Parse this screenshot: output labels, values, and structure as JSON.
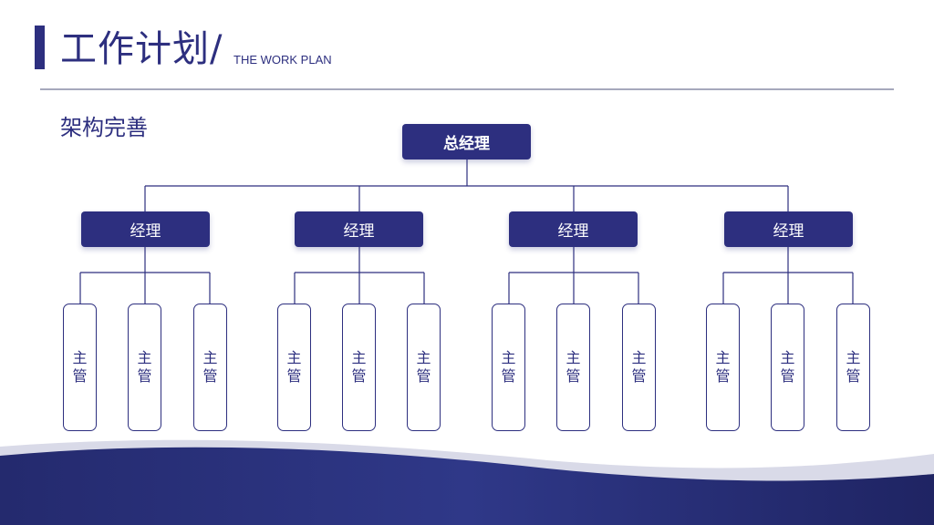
{
  "header": {
    "title": "工作计划/",
    "subtitle": "THE WORK PLAN"
  },
  "section_title": "架构完善",
  "org": {
    "top": {
      "label": "总经理"
    },
    "managers": [
      {
        "label": "经理",
        "supervisors": [
          "主管",
          "主管",
          "主管"
        ]
      },
      {
        "label": "经理",
        "supervisors": [
          "主管",
          "主管",
          "主管"
        ]
      },
      {
        "label": "经理",
        "supervisors": [
          "主管",
          "主管",
          "主管"
        ]
      },
      {
        "label": "经理",
        "supervisors": [
          "主管",
          "主管",
          "主管"
        ]
      }
    ]
  },
  "colors": {
    "primary": "#2d2f7f",
    "divider": "#a6a8bc",
    "wave_light": "#d9dae8"
  }
}
